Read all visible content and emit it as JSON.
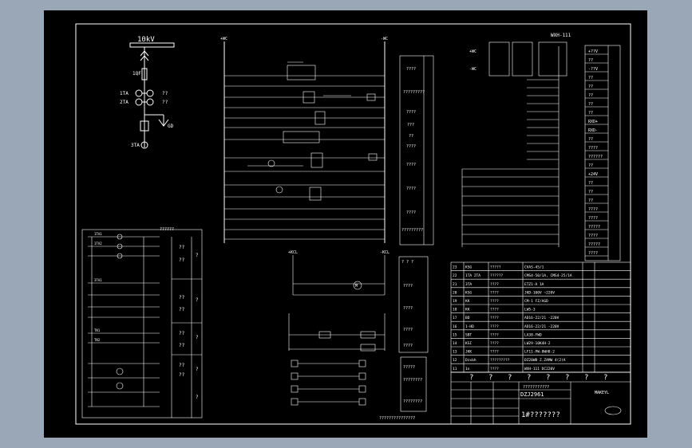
{
  "texts": {
    "busbar_label": "10kV",
    "qf_label": "1QF",
    "ta1_label": "1TA",
    "ta2_label": "2TA",
    "ta3_label": "3TA",
    "q_mark_a": "??",
    "q_mark_b": "??",
    "gd_label": "GD",
    "wxh_label": "WXH-111",
    "pwr_left": "+WC",
    "pwr_right": "-WC",
    "left_table_head": "??????",
    "title_cells": [
      "?",
      "?",
      "?",
      "?",
      "?",
      "?",
      "?",
      "?"
    ],
    "drawing_no": "DZJ2961",
    "sheet_title": "1#???????",
    "title_note": "???????????",
    "bottom_caption": "???????????????",
    "mech_label": "MAKEYL"
  },
  "terminal_table_right": [
    "+??V",
    "??",
    "-??V",
    "??",
    "??",
    "??",
    "??",
    "??",
    "RXD+",
    "RXD-",
    "??",
    "????",
    "??????",
    "??",
    "+24V",
    "??",
    "??",
    "??",
    "????",
    "????",
    "?????",
    "????",
    "?????",
    "????"
  ],
  "terminal_table_mid": [
    "????",
    "?????????",
    "????",
    "???",
    "??",
    "????",
    "????",
    "????",
    "????",
    "?????????"
  ],
  "bom_rows": [
    [
      "23",
      "KSG",
      "?????",
      "CVAS-45/1"
    ],
    [
      "22",
      "1TA  2TA",
      "??????",
      "CMS4-50/1A,  CMS4-25/1A"
    ],
    [
      "21",
      "3TA",
      "????",
      "ETZ1-A  1A"
    ],
    [
      "20",
      "KSG",
      "????",
      "JKD-100V  ~220V"
    ],
    [
      "19",
      "KK",
      "????",
      "CM-1  FZ/AGD"
    ],
    [
      "18",
      "KK",
      "????",
      "LW5-3"
    ],
    [
      "17",
      "BD",
      "????",
      "AD16-22/21  -220V"
    ],
    [
      "16",
      "1-HD",
      "????",
      "AD16-22/21  -220V"
    ],
    [
      "15",
      "SBT",
      "????",
      "LA38-FWD"
    ],
    [
      "14",
      "KSI",
      "????",
      "LW29-10K4H-2"
    ],
    [
      "13",
      "JKK",
      "????",
      "LF11-PW-8WH8-2"
    ],
    [
      "12",
      "Dzxbh",
      "?????????",
      "DZ20WB  Z.ZAMW  4(2)A"
    ],
    [
      "11",
      "1n",
      "????",
      "WXH-111  DC220V"
    ]
  ],
  "legend_cells": [
    "? ? ?",
    "????",
    "????",
    "????",
    "????",
    "?????"
  ],
  "relay_labels": [
    "1TA1",
    "1TA2",
    "3TA1",
    "TN1",
    "TN2"
  ]
}
